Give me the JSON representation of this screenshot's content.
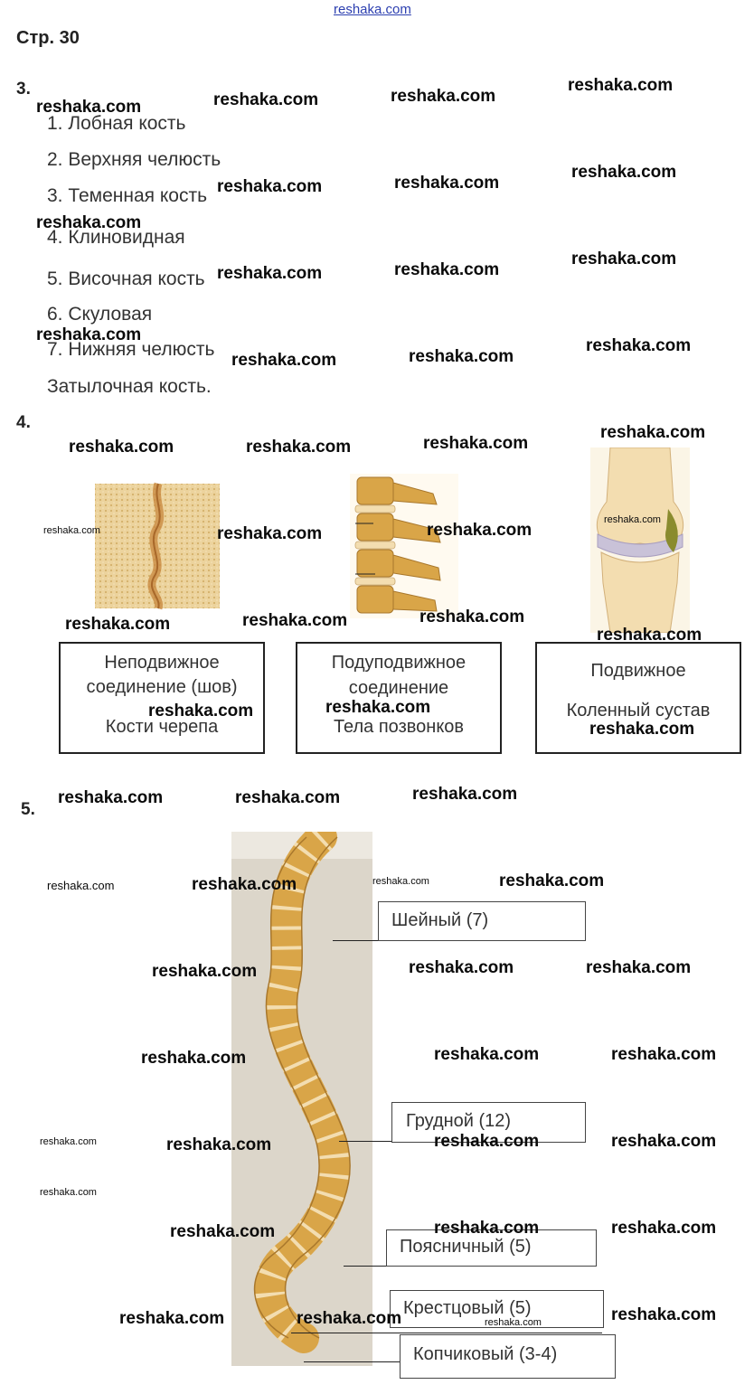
{
  "header": {
    "site_link": "reshaka.com",
    "page_title": "Стр. 30"
  },
  "task3": {
    "number": "3.",
    "items": [
      "1. Лобная кость",
      "2. Верхняя челюсть",
      "3. Теменная кость",
      "4. Клиновидная",
      "5. Височная кость",
      "6. Скуловая",
      "7. Нижняя челюсть",
      "Затылочная кость."
    ]
  },
  "task4": {
    "number": "4.",
    "joints": [
      {
        "line1": "Неподвижное",
        "line2": "соединение (шов)",
        "example": "Кости черепа"
      },
      {
        "line1": "Подуподвижное",
        "line2": "соединение",
        "example": "Тела позвонков"
      },
      {
        "line1": "Подвижное",
        "line2": "",
        "example": "Коленный сустав"
      }
    ]
  },
  "task5": {
    "number": "5.",
    "segments": [
      "Шейный (7)",
      "Грудной (12)",
      "Поясничный (5)",
      "Крестцовый (5)",
      "Копчиковый (3-4)"
    ]
  },
  "watermark": "reshaka.com",
  "colors": {
    "bone": "#d9a548",
    "bone_light": "#f3ddb0",
    "cartilage": "#c9c2d8",
    "link": "#2c3fb0"
  }
}
